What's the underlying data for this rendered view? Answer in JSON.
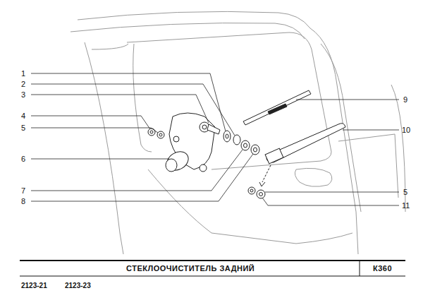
{
  "diagram": {
    "title": "СТЕКЛООЧИСТИТЕЛЬ  ЗАДНИЙ",
    "labels": [
      "1",
      "2",
      "3",
      "4",
      "5",
      "6",
      "7",
      "8",
      "9",
      "10",
      "5",
      "11",
      "К360",
      "2123-21",
      "2123-23"
    ]
  }
}
